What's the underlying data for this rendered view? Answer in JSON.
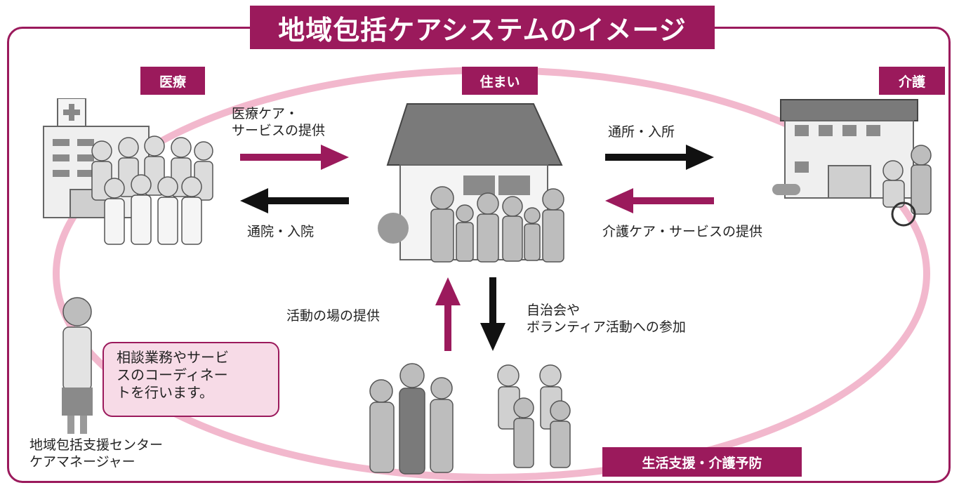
{
  "title": "地域包括ケアシステムのイメージ",
  "tags": {
    "medical": "医療",
    "housing": "住まい",
    "care": "介護",
    "support": "生活支援・介護予防"
  },
  "labels": {
    "medical_care_line1": "医療ケア・",
    "medical_care_line2": "サービスの提供",
    "hospital_visit": "通院・入院",
    "day_service": "通所・入所",
    "care_service": "介護ケア・サービスの提供",
    "activity_place": "活動の場の提供",
    "participation_line1": "自治会や",
    "participation_line2": "ボランティア活動への参加",
    "center_line1": "地域包括支援センター",
    "center_line2": "ケアマネージャー"
  },
  "bubble": {
    "line1": "相談業務やサービ",
    "line2": "スのコーディネー",
    "line3": "トを行います。"
  },
  "colors": {
    "accent": "#9b1a5c",
    "ring": "#f2b8cd",
    "bubble_fill": "#f7dbe7",
    "dark_arrow": "#111111"
  },
  "icons": [
    "hospital-illustration",
    "medical-staff-illustration",
    "house-illustration",
    "family-illustration",
    "care-facility-illustration",
    "wheelchair-caregiver-illustration",
    "care-manager-illustration",
    "community-people-illustration",
    "elderly-exercise-illustration"
  ]
}
